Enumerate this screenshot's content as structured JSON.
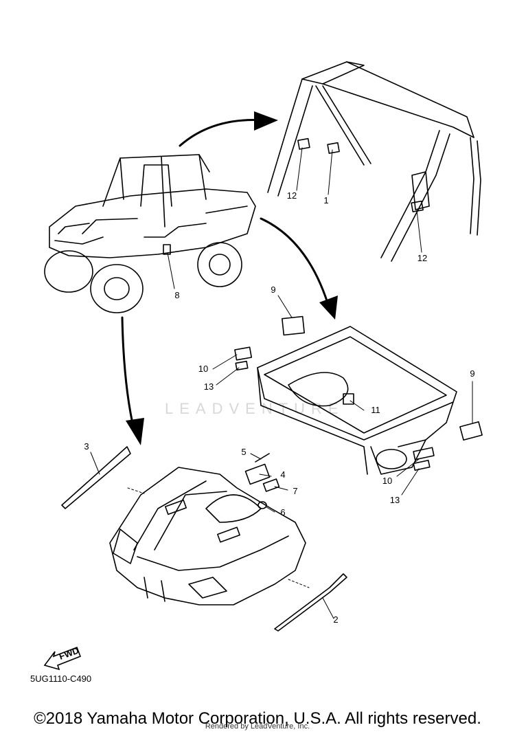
{
  "diagram": {
    "diagram_code": "5UG1110-C490",
    "fwd_label": "FWD",
    "watermark": "LEADVENTURE",
    "callouts": {
      "c1": "1",
      "c2": "2",
      "c3": "3",
      "c4": "4",
      "c5": "5",
      "c6": "6",
      "c7": "7",
      "c8": "8",
      "c9_top": "9",
      "c9_right": "9",
      "c10_left": "10",
      "c10_right": "10",
      "c11": "11",
      "c12_left": "12",
      "c12_right": "12",
      "c13_left": "13",
      "c13_right": "13"
    }
  },
  "footer": {
    "copyright": "©2018 Yamaha Motor Corporation, U.S.A. All rights reserved.",
    "rendered_by": "Rendered by LeadVenture, Inc."
  }
}
